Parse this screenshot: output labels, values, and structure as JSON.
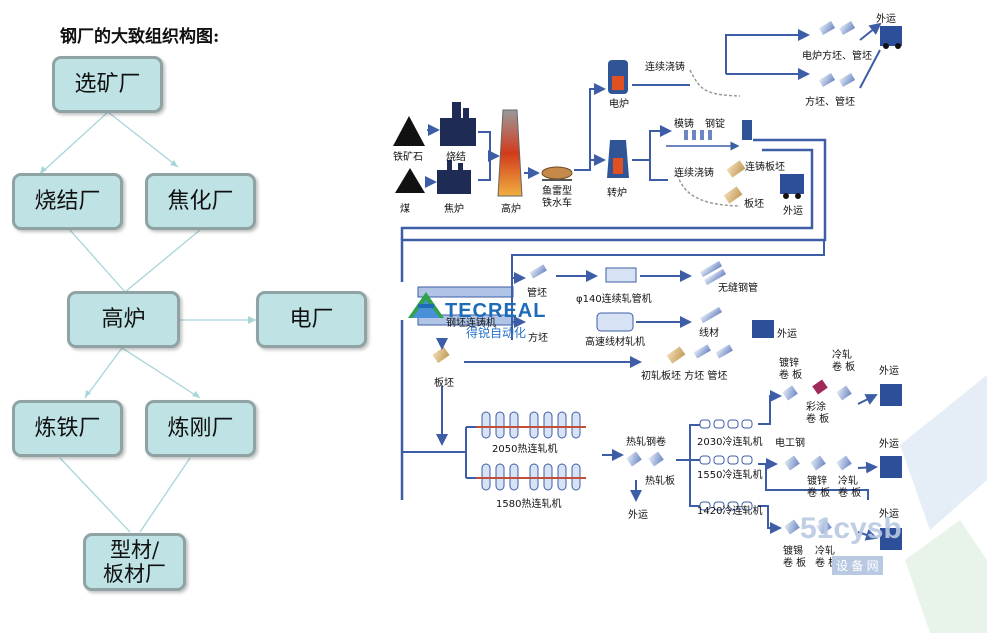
{
  "title": "钢厂的大致组织构图:",
  "org": {
    "mining": "选矿厂",
    "sintering": "烧结厂",
    "coking": "焦化厂",
    "blast_furnace": "高炉",
    "power": "电厂",
    "ironmaking": "炼铁厂",
    "steelmaking": "炼刚厂",
    "profile_plate": "型材/\n板材厂"
  },
  "flow": {
    "iron_ore": "铁矿石",
    "sinter": "烧结",
    "coal": "煤",
    "coke_oven": "焦炉",
    "blast_furnace": "高炉",
    "torpedo_car": "鱼雷型\n铁水车",
    "electric_furnace": "电炉",
    "converter": "转炉",
    "continuous_casting_top": "连续浇铸",
    "ef_billets": "电炉方坯、管坯",
    "billets_tube": "方坯、管坯",
    "ship_top": "外运",
    "mold_casting": "模铸",
    "ingot": "钢锭",
    "continuous_casting_mid": "连续浇铸",
    "slab_caster": "连铸板坯",
    "slab_mid": "板坯",
    "ship_mid": "外运",
    "tube_billet": "管坯",
    "tube_mill": "φ140连续轧管机",
    "seamless_pipe": "无缝钢管",
    "billet_caster": "钢坯连铸机",
    "billet_short": "方坯",
    "wire_mill": "高速线材轧机",
    "wire_rod": "线材",
    "ship_wire": "外运",
    "slab_left": "板坯",
    "rough_rolled": "初轧板坯 方坯 管坯",
    "hot_mill_2050": "2050热连轧机",
    "hot_mill_1580": "1580热连轧机",
    "hot_coil": "热轧钢卷",
    "hot_plate": "热轧板",
    "ship_hot": "外运",
    "cold_mill_2030": "2030冷连轧机",
    "galv_coil_top": "镀锌\n卷 板",
    "cold_coil_top": "冷轧\n卷 板",
    "color_coil": "彩涂\n卷 板",
    "electrical_steel": "电工钢",
    "cold_mill_1550": "1550冷连轧机",
    "galv_coil_mid": "镀锌\n卷 板",
    "cold_coil_mid": "冷轧\n卷 板",
    "cold_mill_1420": "1420冷连轧机",
    "tin_coil": "镀锡\n卷 板",
    "cold_coil_bottom": "冷轧\n卷 板",
    "ship_r1": "外运",
    "ship_r2": "外运",
    "ship_r3": "外运"
  },
  "watermarks": {
    "tecreal": "TECREAL",
    "tecreal_cn": "得锐自动化",
    "cysb": "51cysb",
    "cysb_sub": "设 备 网"
  },
  "colors": {
    "box_fill": "#bfe3e5",
    "box_border": "#8fa3a5",
    "flow_line": "#3d5ea6",
    "connector": "#a8d5d9"
  }
}
